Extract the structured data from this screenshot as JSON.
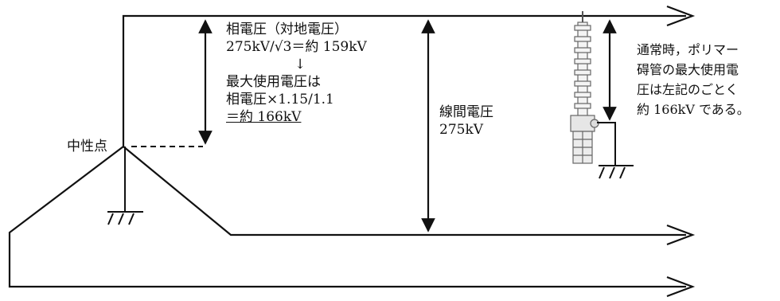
{
  "neutral_point_label": "中性点",
  "phase_voltage_block": {
    "line1": "相電圧（対地電圧）",
    "line2": "275kV/√3＝約 159kV",
    "arrow": "↓",
    "line3": "最大使用電圧は",
    "line4": "相電圧×1.15/1.1",
    "line5": "＝約 166kV"
  },
  "line_voltage_block": {
    "line1": "線間電圧",
    "line2": "275kV"
  },
  "note_block": {
    "line1": "通常時，ポリマー",
    "line2": "碍管の最大使用電",
    "line3": "圧は左記のごとく",
    "line4": "約 166kV である。"
  },
  "colors": {
    "line": "#111111",
    "background": "#ffffff"
  }
}
